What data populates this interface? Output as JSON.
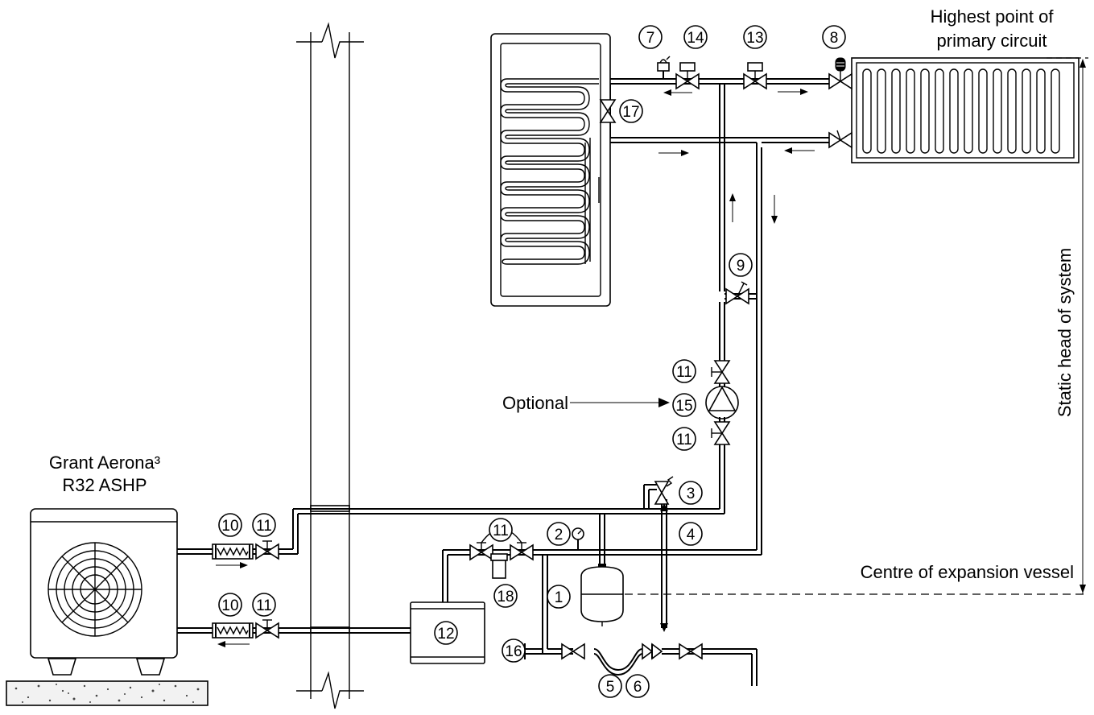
{
  "labels": {
    "heat_pump_line1": "Grant Aerona³",
    "heat_pump_line2": "R32 ASHP",
    "highest_point_line1": "Highest point of",
    "highest_point_line2": "primary circuit",
    "static_head": "Static head of system",
    "expansion_centre": "Centre of expansion vessel",
    "optional": "Optional"
  },
  "callouts": {
    "c1": "1",
    "c2": "2",
    "c3": "3",
    "c4": "4",
    "c5": "5",
    "c6": "6",
    "c7": "7",
    "c8": "8",
    "c9": "9",
    "c10a": "10",
    "c10b": "10",
    "c11_top": "11",
    "c11_bot": "11",
    "c11_hp_flow": "11",
    "c11_hp_return": "11",
    "c11_filter": "11",
    "c12": "12",
    "c13": "13",
    "c14": "14",
    "c15": "15",
    "c16": "16",
    "c17": "17",
    "c18": "18"
  }
}
